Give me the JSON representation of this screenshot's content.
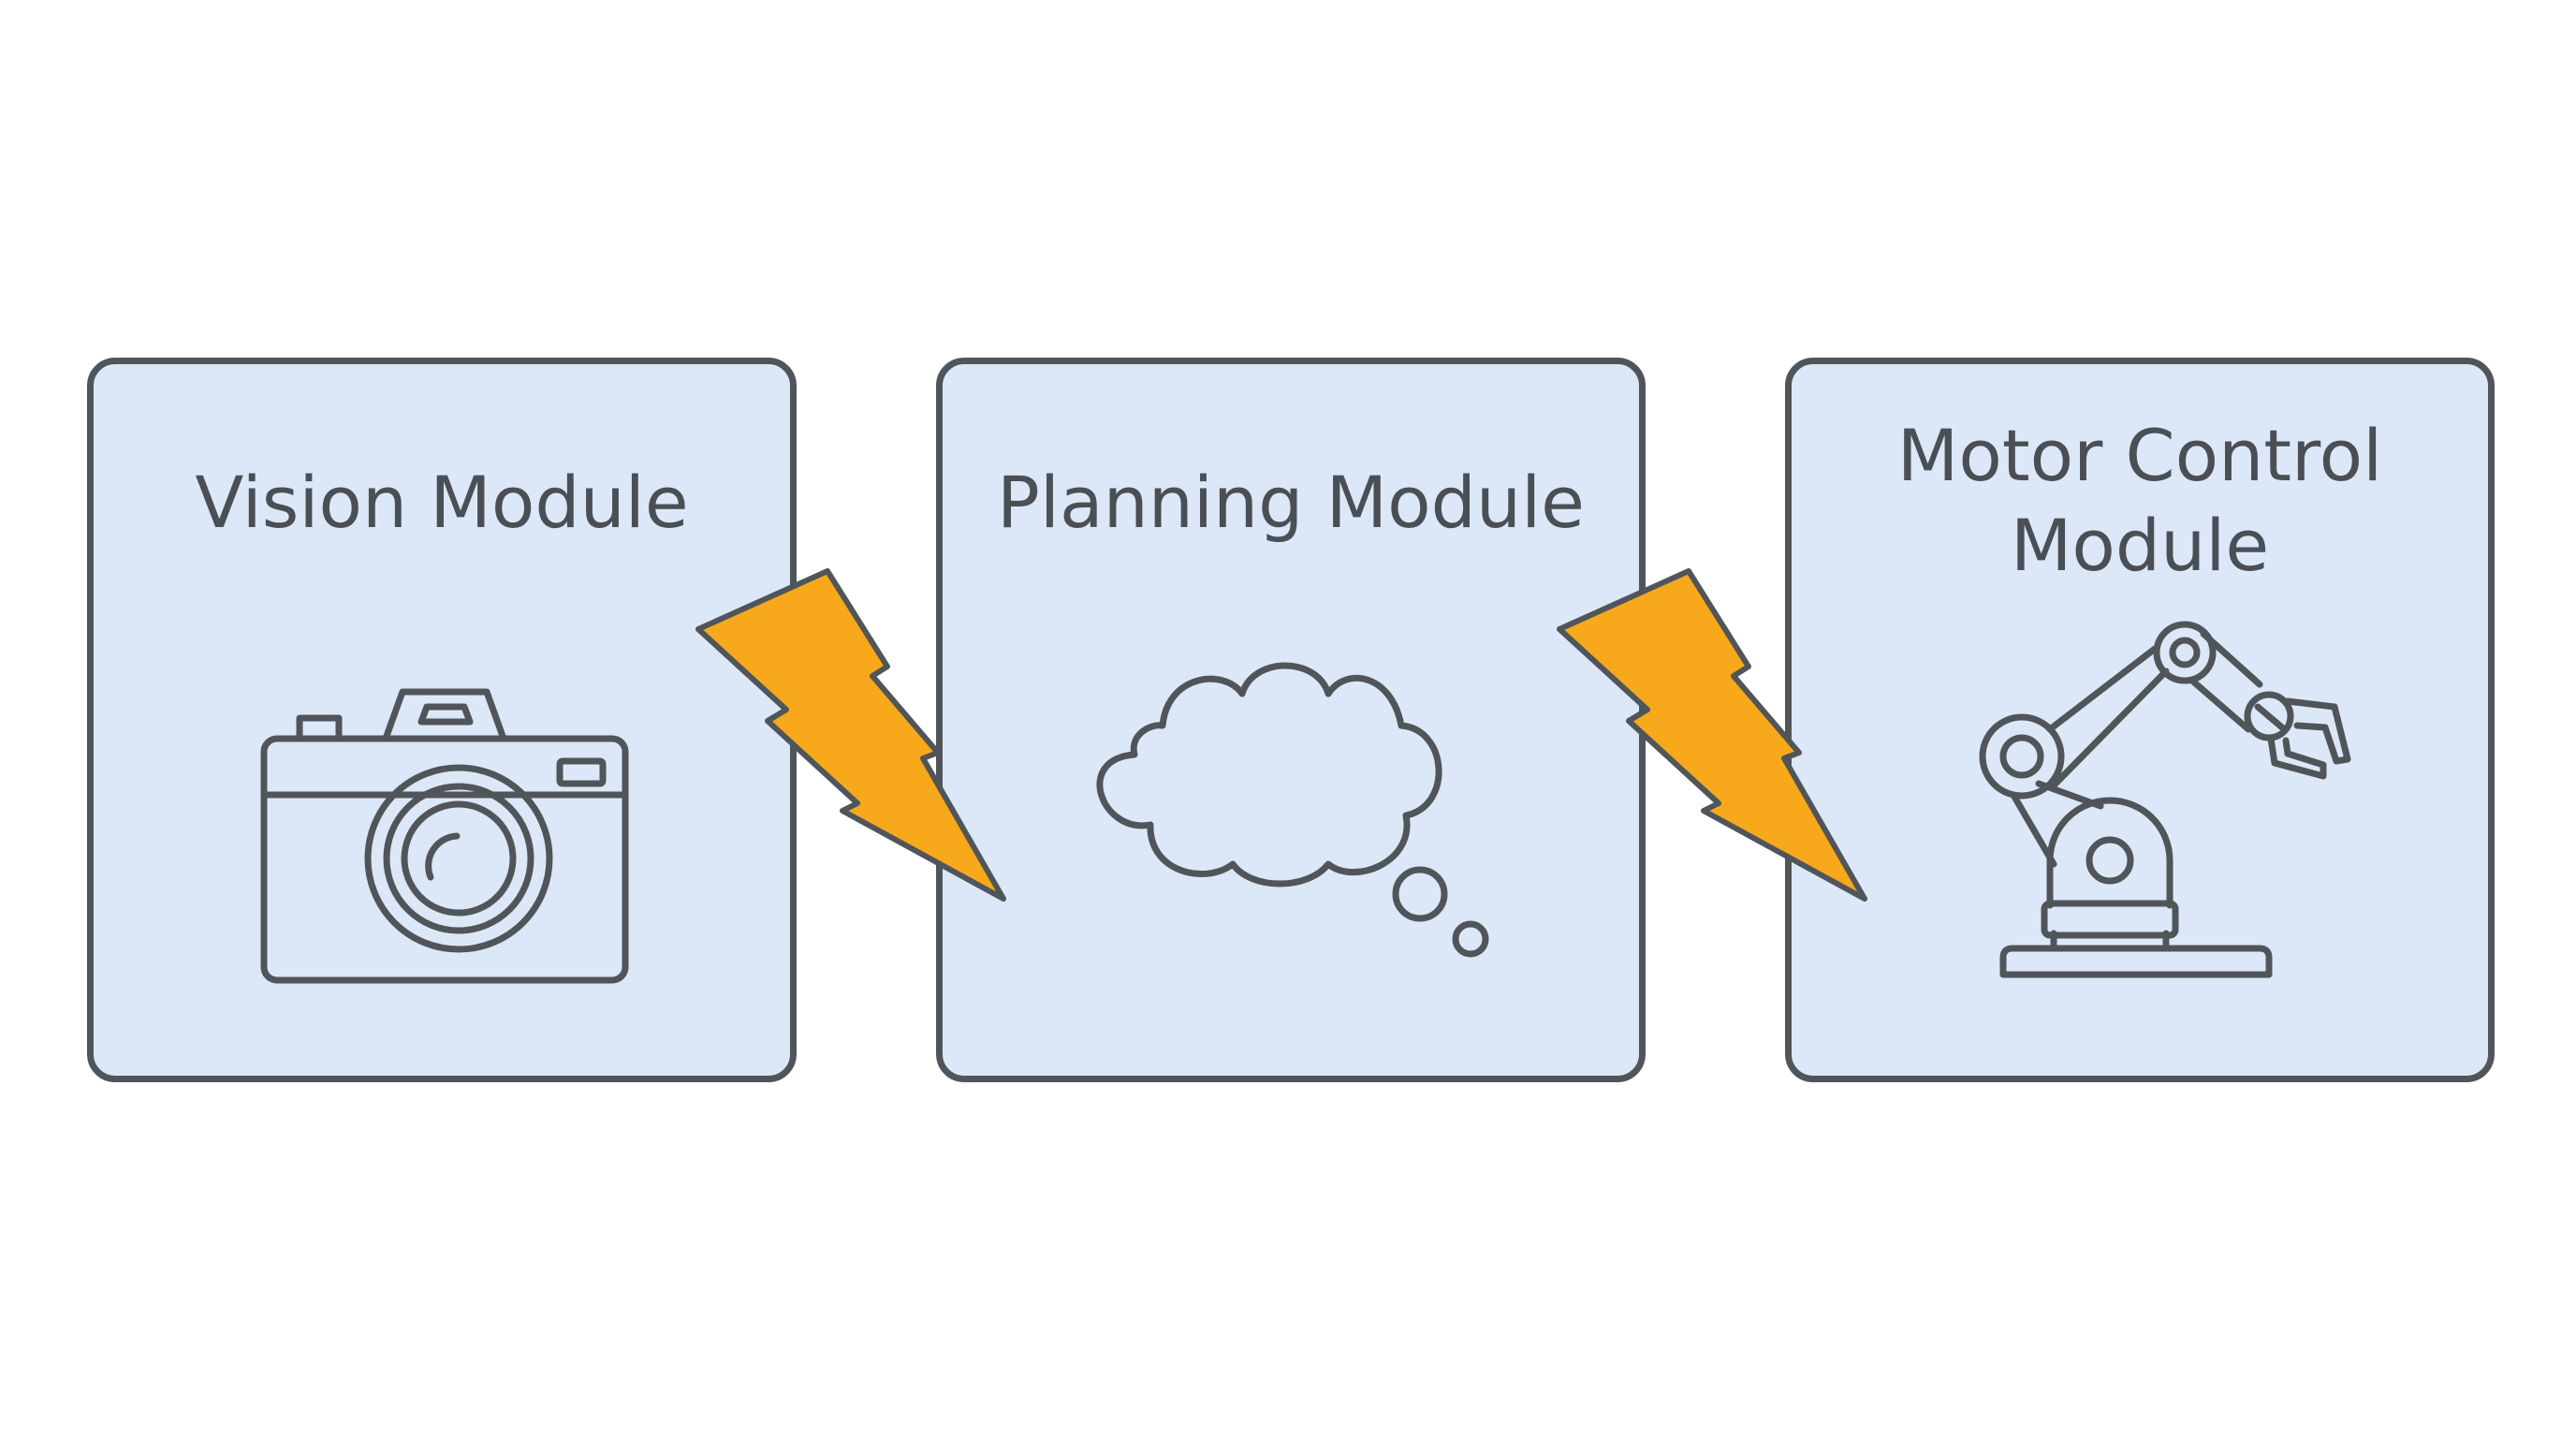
{
  "modules": [
    {
      "title": "Vision Module",
      "icon": "camera-icon"
    },
    {
      "title": "Planning Module",
      "icon": "thought-cloud-icon"
    },
    {
      "title": "Motor Control\nModule",
      "icon": "robot-arm-icon"
    }
  ],
  "connectors": [
    {
      "icon": "lightning-bolt-icon",
      "from": "Vision Module",
      "to": "Planning Module"
    },
    {
      "icon": "lightning-bolt-icon",
      "from": "Planning Module",
      "to": "Motor Control Module"
    }
  ],
  "colors": {
    "box_fill": "#dce8f7",
    "outline": "#50555a",
    "bolt": "#f7a81b"
  }
}
